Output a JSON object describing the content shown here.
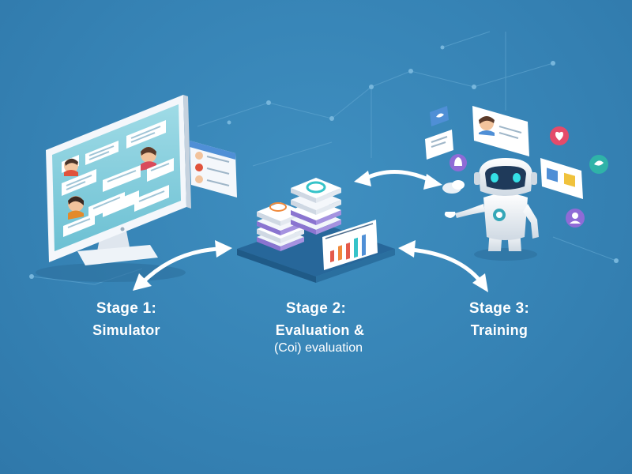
{
  "stages": [
    {
      "title": "Stage 1:",
      "subtitle": "Simulator",
      "subtitle2": ""
    },
    {
      "title": "Stage 2:",
      "subtitle": "Evaluation &",
      "subtitle2": "(Coi) evaluation"
    },
    {
      "title": "Stage 3:",
      "subtitle": "Training",
      "subtitle2": ""
    }
  ],
  "colors": {
    "background": "#3683b5",
    "arrow": "#ffffff",
    "accent_teal": "#35c3c9",
    "accent_purple": "#8f6bd6",
    "accent_orange": "#f08a3c"
  },
  "icons": [
    "monitor-icon",
    "chat-bubble-icon",
    "avatar-icon",
    "data-stack-icon",
    "bar-chart-icon",
    "robot-icon",
    "twitter-bird-icon",
    "heart-icon"
  ]
}
